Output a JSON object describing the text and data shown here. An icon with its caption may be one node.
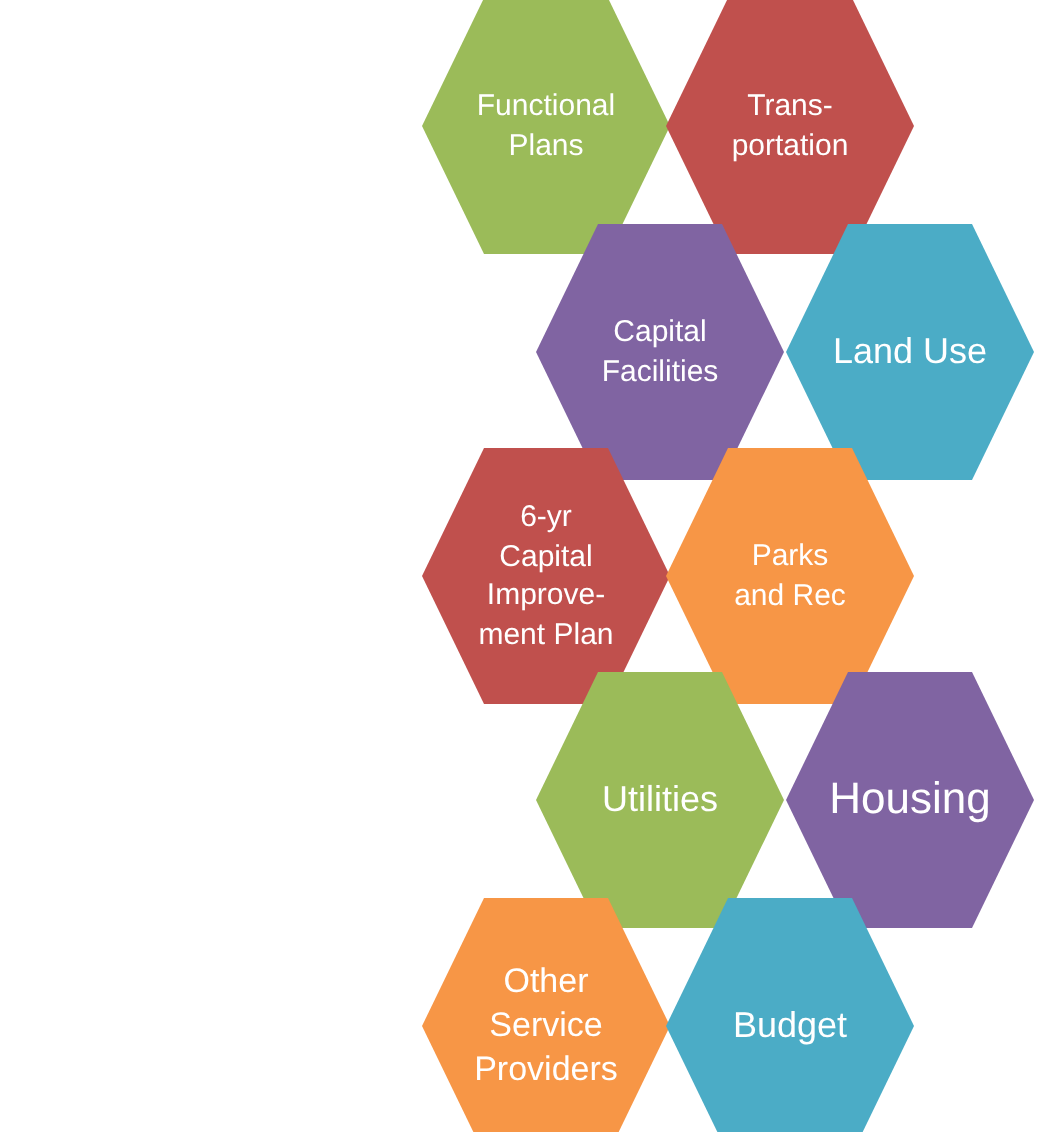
{
  "diagram": {
    "nodes": [
      {
        "text": [
          "Functional Plans"
        ]
      },
      {
        "text": [
          "Trans- portation"
        ]
      },
      {
        "text": [
          "Capital Facilities"
        ]
      },
      {
        "text": [
          "Land Use"
        ]
      },
      {
        "text": [
          "6-yr Capital Improve- ment Plan"
        ]
      },
      {
        "text": [
          "Parks and Rec"
        ]
      },
      {
        "text": [
          "Utilities"
        ]
      },
      {
        "text": [
          "Housing"
        ]
      },
      {
        "text": [
          "Other Service Providers"
        ]
      },
      {
        "text": [
          "Budget"
        ]
      }
    ]
  }
}
